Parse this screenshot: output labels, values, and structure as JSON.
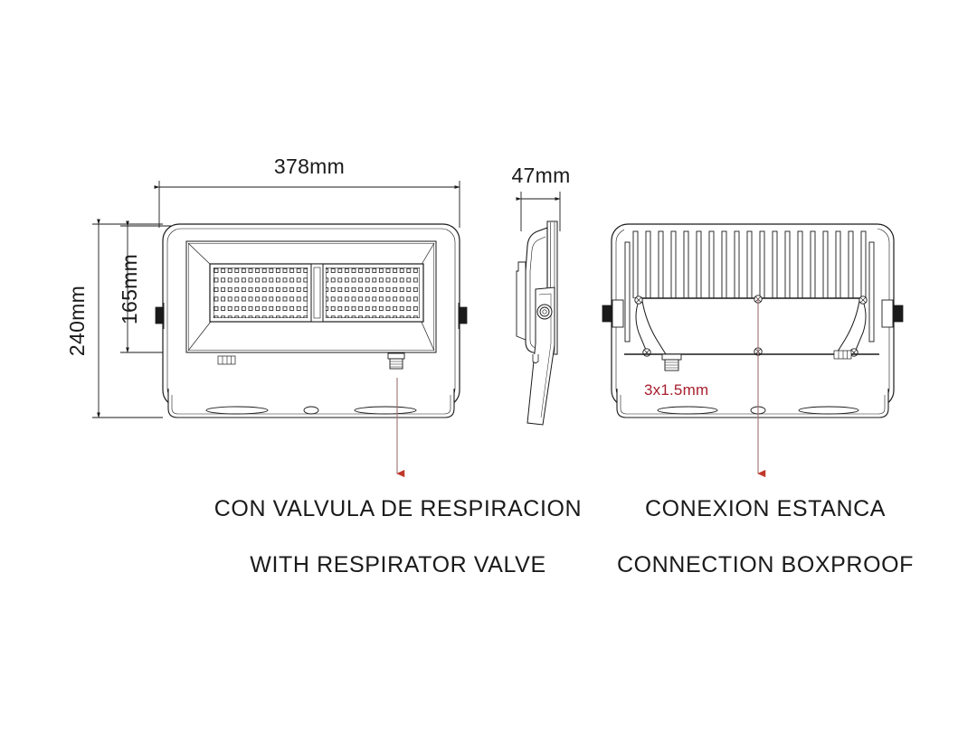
{
  "document": {
    "title": "LED Floodlight Technical Drawing",
    "background_color": "#ffffff",
    "line_color": "#1a1a1a",
    "accent_color": "#a81e2e",
    "arrow_color": "#c0392b"
  },
  "dimensions": {
    "width_label": "378mm",
    "height_label": "240mm",
    "aperture_height_label": "165mm",
    "depth_label": "47mm"
  },
  "views": {
    "front": {
      "name": "front-view",
      "dimension_width": "378mm",
      "dimension_height": "240mm",
      "dimension_inner_height": "165mm"
    },
    "side": {
      "name": "side-view",
      "dimension_depth": "47mm"
    },
    "rear": {
      "name": "rear-view",
      "cable_note": "3x1.5mm"
    }
  },
  "annotations": {
    "cable_spec": "3x1.5mm",
    "left_caption_es": "CON VALVULA DE RESPIRACION",
    "left_caption_en": "WITH RESPIRATOR VALVE",
    "right_caption_es": "CONEXION ESTANCA",
    "right_caption_en": "CONNECTION BOXPROOF"
  },
  "icons": {
    "arrow_down_left": "down-arrow-icon",
    "arrow_down_right": "down-arrow-icon",
    "breather_valve": "breather-valve-icon",
    "cable_gland": "cable-gland-icon"
  }
}
